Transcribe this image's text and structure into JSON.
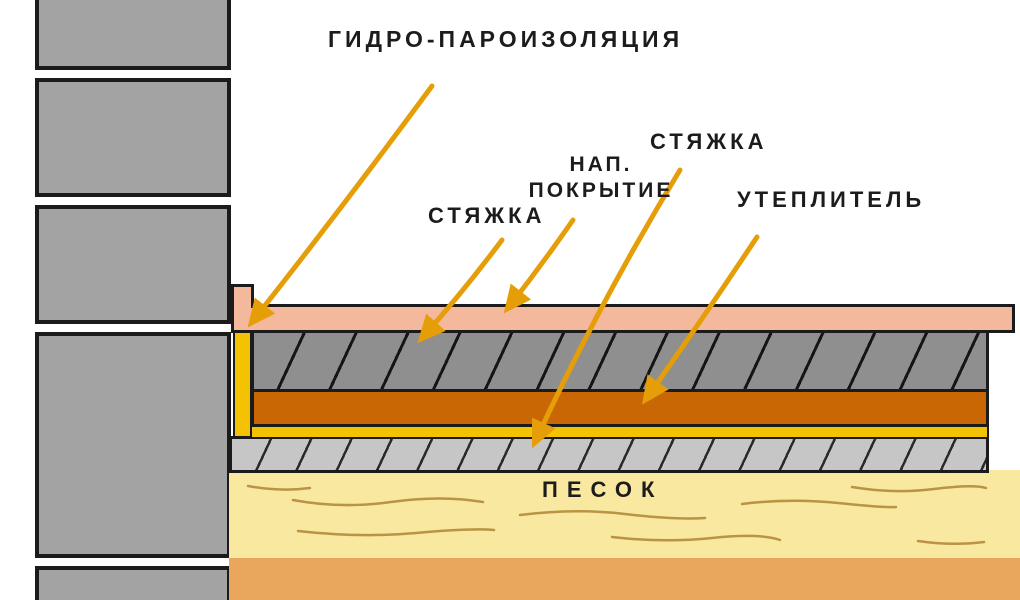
{
  "diagram": {
    "type": "floor-construction-cross-section",
    "labels": {
      "hydro_vapor_barrier": "ГИДРО-ПАРОИЗОЛЯЦИЯ",
      "screed_top": "СТЯЖКА",
      "floor_covering_line1": "НАП.",
      "floor_covering_line2": "ПОКРЫТИЕ",
      "screed_bottom": "СТЯЖКА",
      "insulation": "УТЕПЛИТЕЛЬ",
      "sand": "ПЕСОК"
    },
    "layers_top_to_bottom": [
      "floor covering (нап. покрытие)",
      "screed (стяжка)",
      "insulation (утеплитель)",
      "hydro/vapor barrier (гидро-пароизоляция)",
      "screed (стяжка)",
      "sand (песок)",
      "subsoil"
    ]
  },
  "colors": {
    "wall": "#a3a3a3",
    "outline": "#1b1b1b",
    "arrow": "#e59d08",
    "text": "#1c1c1c",
    "floor_covering": "#f4b89c",
    "screed_dark": "#8f8f8f",
    "screed_light": "#c6c6c6",
    "insulation": "#c96704",
    "barrier_yellow": "#f3c202",
    "sand": "#f9e9a0",
    "subsoil": "#e8a75c"
  }
}
